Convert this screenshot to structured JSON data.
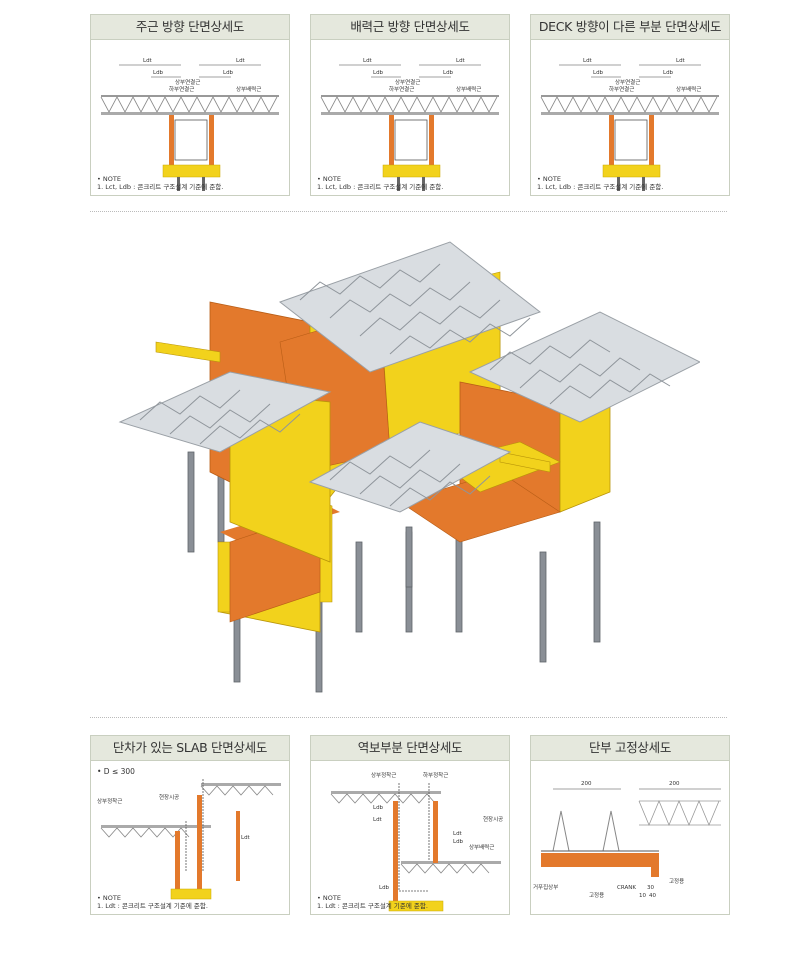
{
  "top_cards": [
    {
      "title": "주근 방향 단면상세도",
      "ldt_left": "Ldt",
      "ldb_left": "Ldb",
      "ldt_right": "Ldt",
      "ldb_right": "Ldb",
      "upper": "상부연결근",
      "lower": "하부연결근",
      "top_bar": "상부배력근",
      "note_head": "• NOTE",
      "note_text": "1. Lct, Ldb : 콘크리트 구조설계 기준에 준함."
    },
    {
      "title": "배력근 방향 단면상세도",
      "ldt_left": "Ldt",
      "ldb_left": "Ldb",
      "ldt_right": "Ldt",
      "ldb_right": "Ldb",
      "upper": "상부연결근",
      "lower": "하부연결근",
      "top_bar": "상부배력근",
      "note_head": "• NOTE",
      "note_text": "1. Lct, Ldb : 콘크리트 구조설계 기준에 준함."
    },
    {
      "title": "DECK 방향이 다른 부분 단면상세도",
      "ldt_left": "Ldt",
      "ldb_left": "Ldb",
      "ldt_right": "Ldt",
      "ldb_right": "Ldb",
      "upper": "상부연결근",
      "lower": "하부연결근",
      "top_bar": "상부배력근",
      "note_head": "• NOTE",
      "note_text": "1. Lct, Ldb : 콘크리트 구조설계 기준에 준함."
    }
  ],
  "bottom_cards": [
    {
      "title": "단차가 있는 SLAB 단면상세도",
      "cond": "• D ≤ 300",
      "label_a": "상부정착근",
      "label_b": "현장시공",
      "label_c": "Ldt",
      "note_head": "• NOTE",
      "note_text": "1. Ldt : 콘크리트 구조설계 기준에 준함."
    },
    {
      "title": "역보부분 단면상세도",
      "label_a": "상부정착근",
      "label_b": "하부정착근",
      "label_c": "Ldb",
      "label_d": "Ldt",
      "label_e": "현장시공",
      "label_f": "상부배력근",
      "label_g": "Ldt",
      "label_h": "Ldb",
      "label_i": "Ldb",
      "note_head": "• NOTE",
      "note_text": "1. Ldt : 콘크리트 구조설계 기준에 준함."
    },
    {
      "title": "단부 고정상세도",
      "dim_a": "200",
      "dim_b": "200",
      "label_a": "거푸집상부",
      "label_b": "고정용",
      "label_c": "CRANK",
      "label_d": "고정용",
      "dim_c": "30",
      "dim_d": "10",
      "dim_e": "40"
    }
  ],
  "colors": {
    "header_bg": "#e5e8dd",
    "yellow": "#f2d21c",
    "orange": "#e3792c",
    "steel": "#c8cdd2"
  }
}
